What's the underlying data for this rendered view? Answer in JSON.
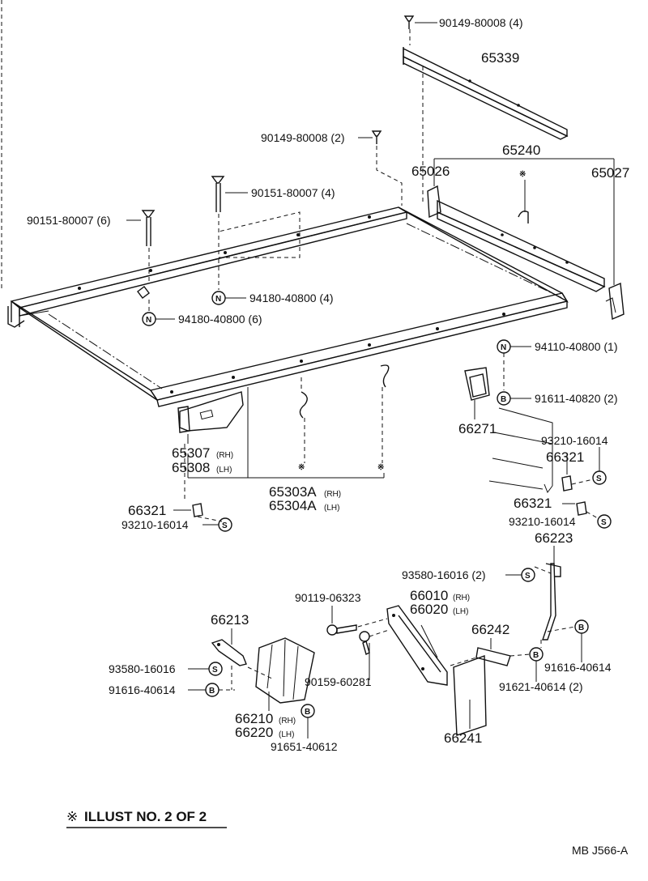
{
  "labels": {
    "p90149_top": "90149-80008 (4)",
    "p65339": "65339",
    "p90149_mid": "90149-80008 (2)",
    "p65240": "65240",
    "p65026": "65026",
    "p65027": "65027",
    "p90151_a": "90151-80007 (4)",
    "p90151_b": "90151-80007 (6)",
    "p94180_a": "94180-40800 (4)",
    "p94180_b": "94180-40800 (6)",
    "p94110": "94110-40800 (1)",
    "p91611": "91611-40820 (2)",
    "p66271": "66271",
    "p93210_a": "93210-16014",
    "p66321_a": "66321",
    "p66321_b": "66321",
    "p93210_b": "93210-16014",
    "p65307": "65307",
    "p65307_side": "(RH)",
    "p65308": "65308",
    "p65308_side": "(LH)",
    "p65303A": "65303A",
    "p65303A_side": "(RH)",
    "p65304A": "65304A",
    "p65304A_side": "(LH)",
    "p66321_c": "66321",
    "p93210_c": "93210-16014",
    "p66223": "66223",
    "p93580_a": "93580-16016 (2)",
    "p90119": "90119-06323",
    "p66010": "66010",
    "p66010_side": "(RH)",
    "p66020": "66020",
    "p66020_side": "(LH)",
    "p66213": "66213",
    "p66242": "66242",
    "p93580_b": "93580-16016",
    "p91616_a": "91616-40614",
    "p91616_b": "91616-40614",
    "p91621": "91621-40614 (2)",
    "p90159": "90159-60281",
    "p66210": "66210",
    "p66210_side": "(RH)",
    "p66220": "66220",
    "p66220_side": "(LH)",
    "p91651": "91651-40612",
    "p66241": "66241"
  },
  "symbols": {
    "nut": "N",
    "spring_washer": "S",
    "bolt": "B",
    "reference_mark": "※"
  },
  "footer": {
    "illust_mark": "※",
    "illust_text": "ILLUST  NO. 2 OF 2",
    "code": "MB  J566-A"
  }
}
